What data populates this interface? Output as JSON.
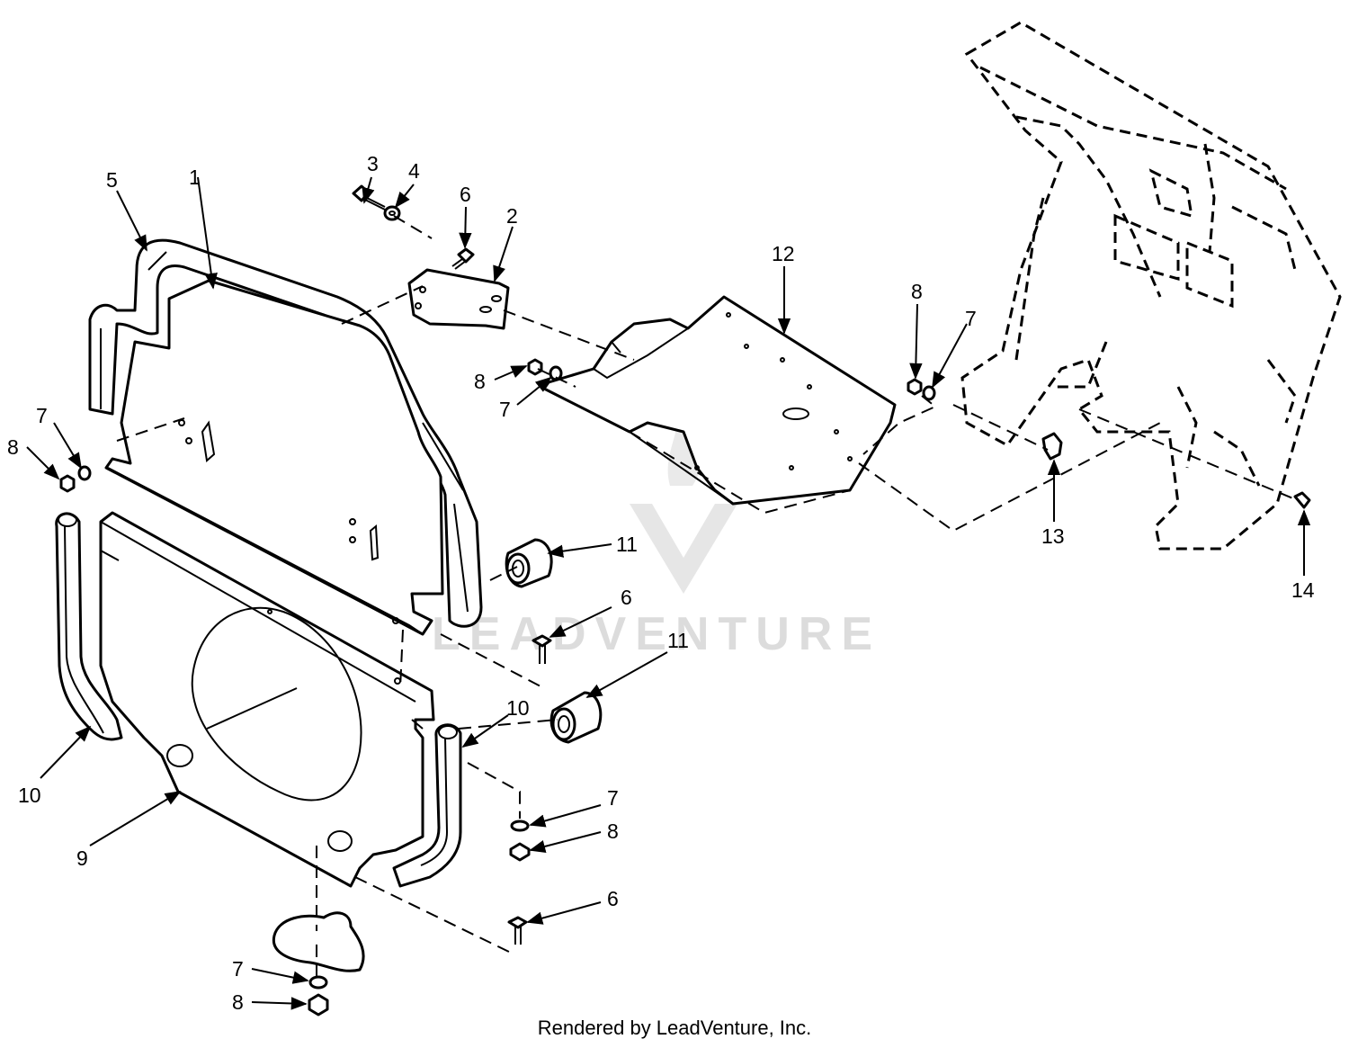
{
  "watermark": {
    "text": "LEADVENTURE"
  },
  "footer": {
    "text": "Rendered by LeadVenture, Inc."
  },
  "callouts": [
    {
      "id": "c5",
      "label": "5"
    },
    {
      "id": "c1",
      "label": "1"
    },
    {
      "id": "c3",
      "label": "3"
    },
    {
      "id": "c4",
      "label": "4"
    },
    {
      "id": "c6a",
      "label": "6"
    },
    {
      "id": "c2",
      "label": "2"
    },
    {
      "id": "c12",
      "label": "12"
    },
    {
      "id": "c8a",
      "label": "8"
    },
    {
      "id": "c7a",
      "label": "7"
    },
    {
      "id": "c8b",
      "label": "8"
    },
    {
      "id": "c7b",
      "label": "7"
    },
    {
      "id": "c7c",
      "label": "7"
    },
    {
      "id": "c8c",
      "label": "8"
    },
    {
      "id": "c11a",
      "label": "11"
    },
    {
      "id": "c6b",
      "label": "6"
    },
    {
      "id": "c11b",
      "label": "11"
    },
    {
      "id": "c13",
      "label": "13"
    },
    {
      "id": "c14",
      "label": "14"
    },
    {
      "id": "c10a",
      "label": "10"
    },
    {
      "id": "c10b",
      "label": "10"
    },
    {
      "id": "c9",
      "label": "9"
    },
    {
      "id": "c7d",
      "label": "7"
    },
    {
      "id": "c8d",
      "label": "8"
    },
    {
      "id": "c6c",
      "label": "6"
    },
    {
      "id": "c7e",
      "label": "7"
    },
    {
      "id": "c8e",
      "label": "8"
    }
  ]
}
